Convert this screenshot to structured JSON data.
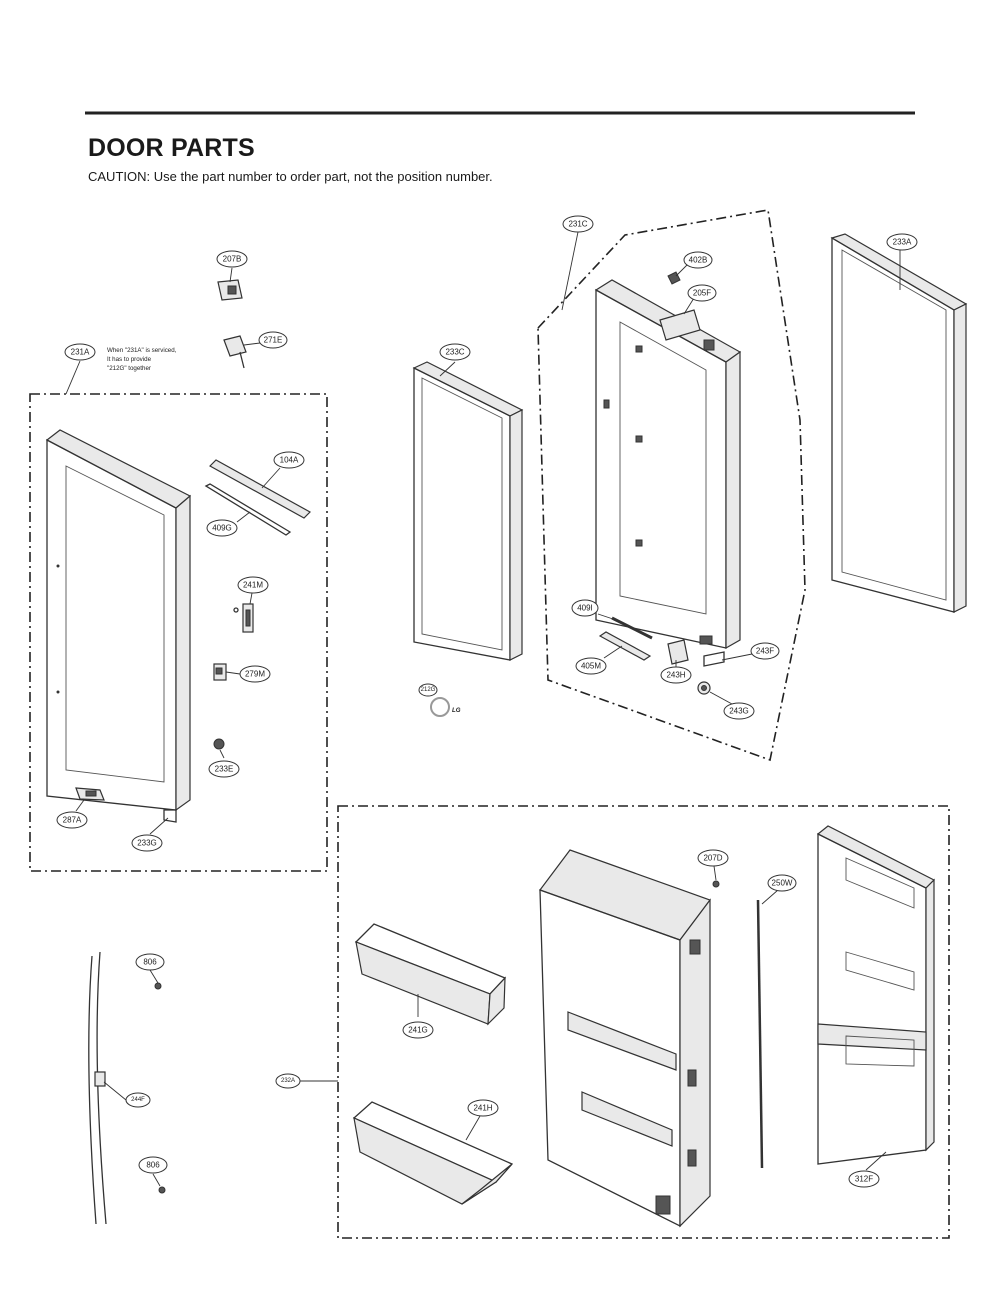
{
  "header": {
    "title": "DOOR PARTS",
    "caution": "CAUTION: Use the part number to order part, not the position number."
  },
  "note_231A": {
    "line1": "When \"231A\" is serviced,",
    "line2": "It has to provide",
    "line3": "\"212G\" together"
  },
  "labels": {
    "p207B": "207B",
    "p271E": "271E",
    "p231A": "231A",
    "p104A": "104A",
    "p409G": "409G",
    "p241M": "241M",
    "p279M": "279M",
    "p233E": "233E",
    "p287A": "287A",
    "p233G": "233G",
    "p233C": "233C",
    "p212G": "212G",
    "p231C": "231C",
    "p402B": "402B",
    "p205F": "205F",
    "p409I": "409I",
    "p405M": "405M",
    "p243H": "243H",
    "p243F": "243F",
    "p243G": "243G",
    "p233A": "233A",
    "p806a": "806",
    "p244F": "244F",
    "p806b": "806",
    "p232A": "232A",
    "p241G": "241G",
    "p241H": "241H",
    "p207D": "207D",
    "p250W": "250W",
    "p312F": "312F"
  },
  "logo_text": "LG"
}
